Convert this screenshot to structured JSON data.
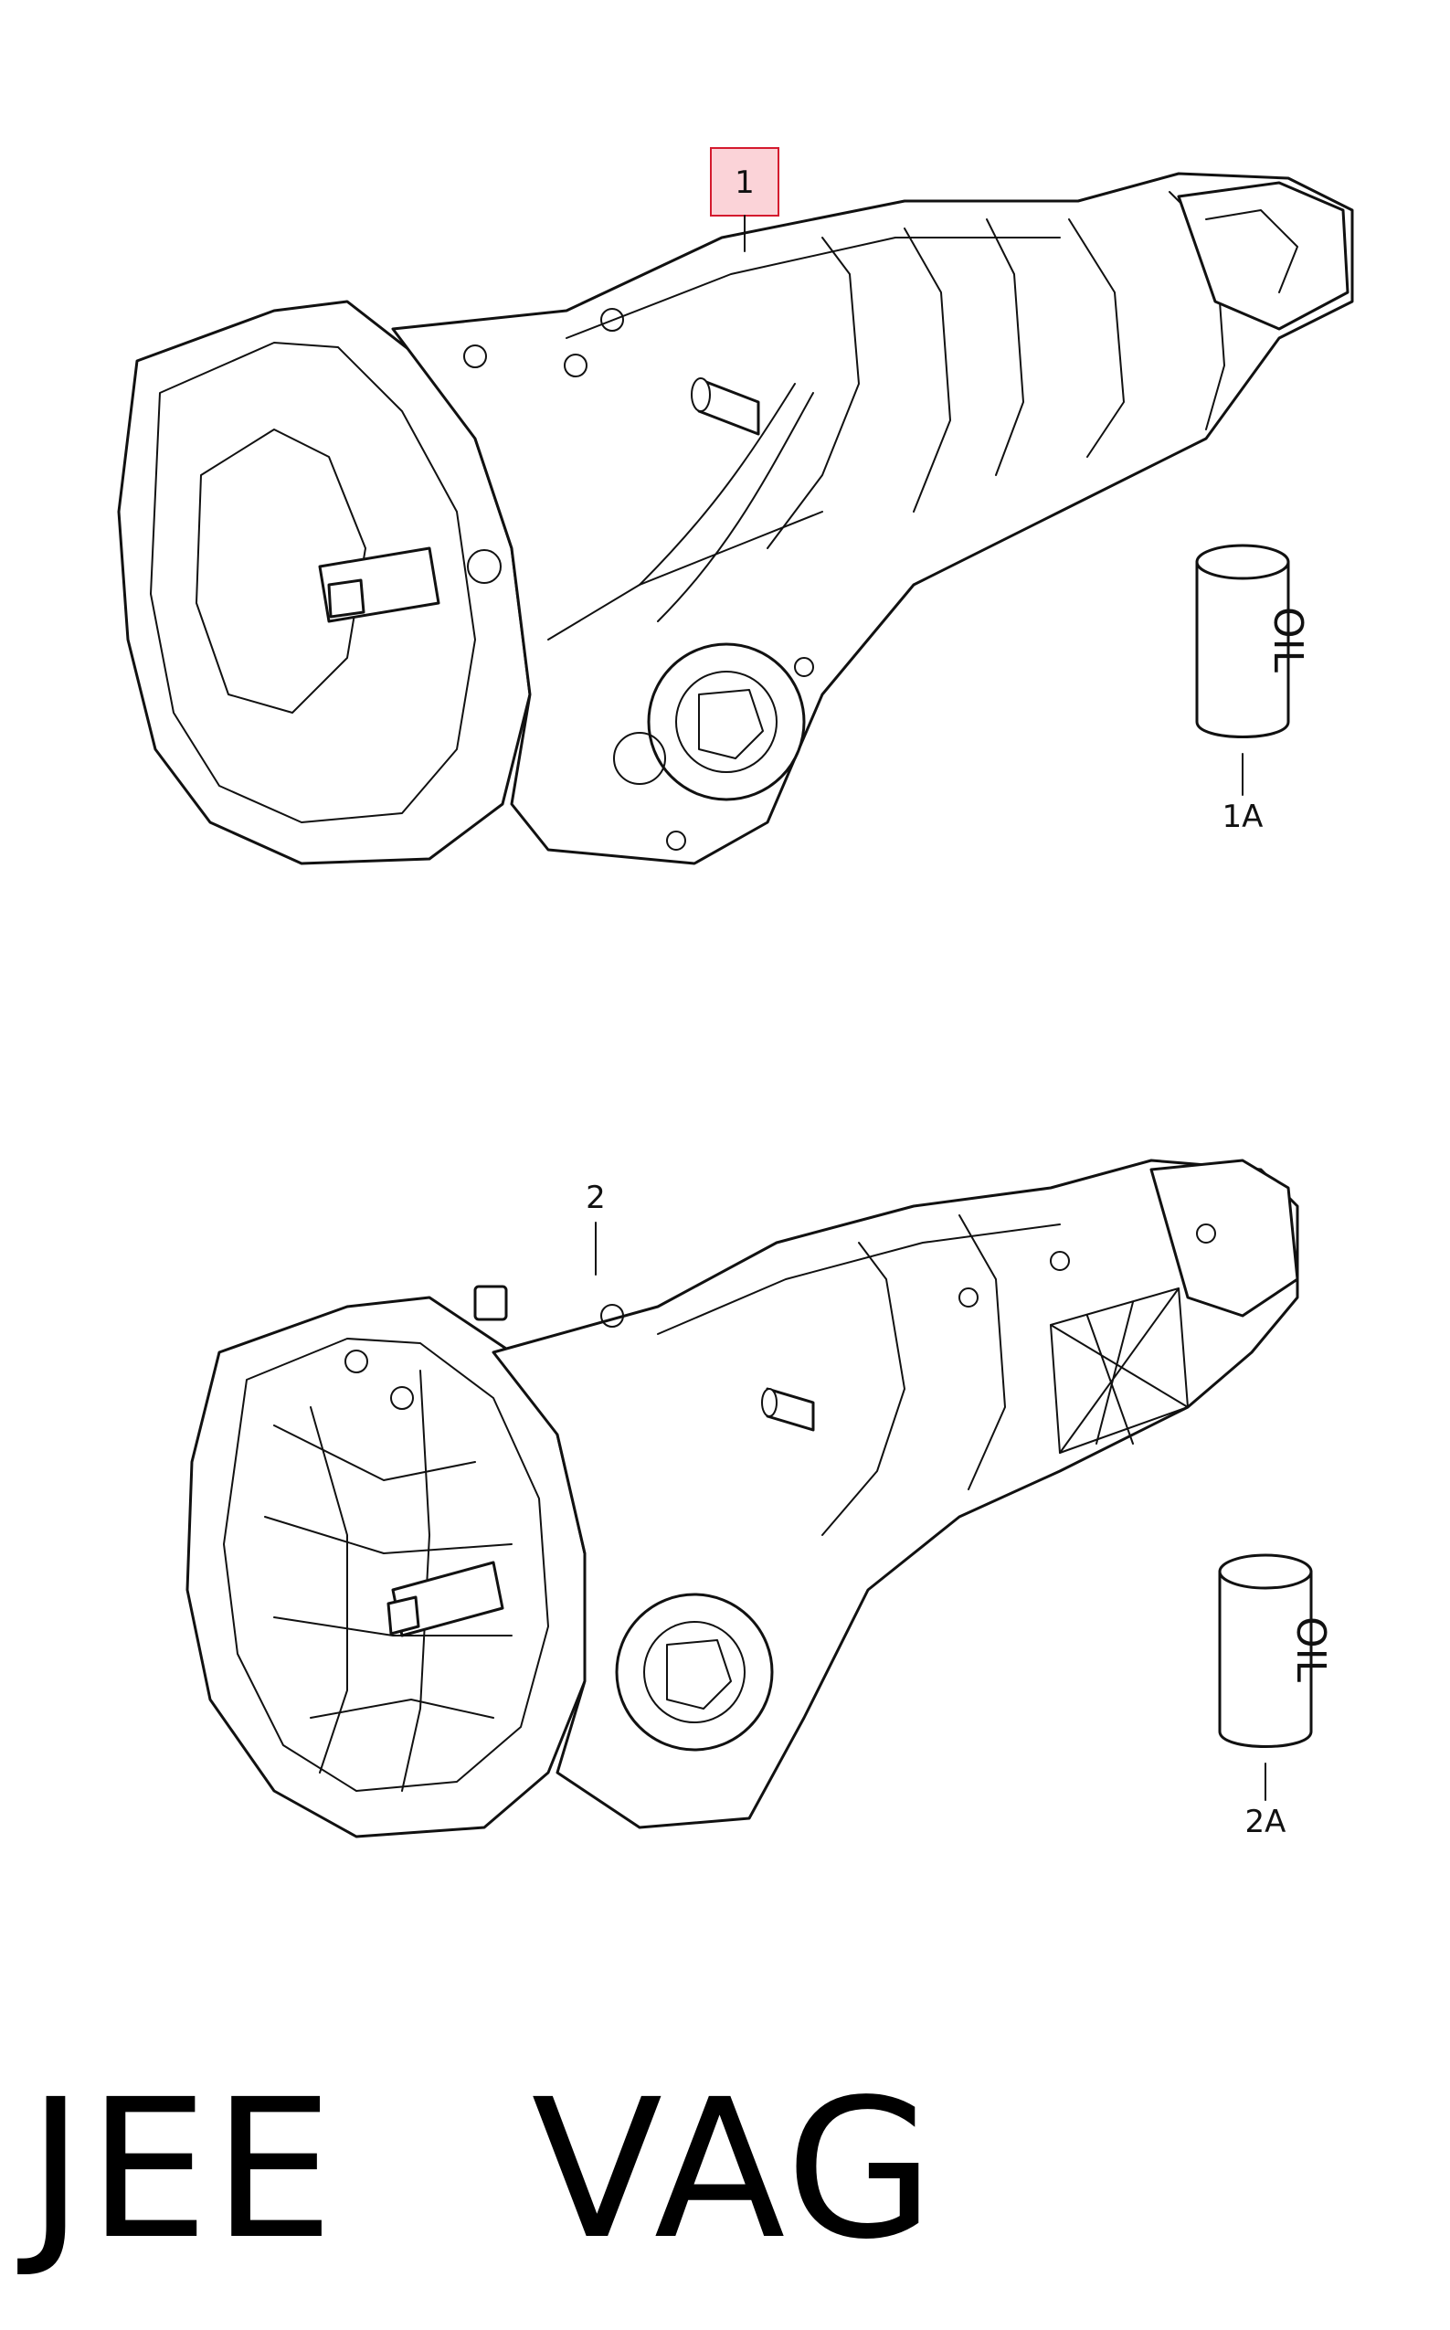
{
  "callouts": {
    "part_1": "1",
    "part_1a": "1A",
    "part_2": "2",
    "part_2a": "2A"
  },
  "oil_label": "OIL",
  "watermark": "JEE   VAG",
  "colors": {
    "highlight_fill": "#fbd3d8",
    "highlight_stroke": "#d41a2e",
    "line": "#111111"
  }
}
